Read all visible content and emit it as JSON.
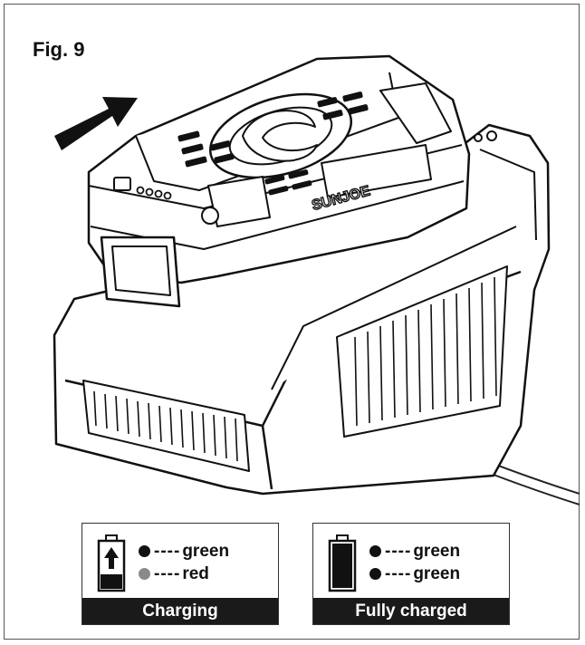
{
  "figure": {
    "label": "Fig. 9"
  },
  "product": {
    "brand_mark": "SUNJOE"
  },
  "illustration": {
    "arrow_direction": "push-forward",
    "cable_color": "#222222"
  },
  "legends": [
    {
      "state_label": "Charging",
      "battery_icon": "battery-charging-arrow-icon",
      "rows": [
        {
          "dot_color": "#111111",
          "dashes": "----",
          "text": "green"
        },
        {
          "dot_color": "#8a8a8a",
          "dashes": "----",
          "text": "red"
        }
      ]
    },
    {
      "state_label": "Fully charged",
      "battery_icon": "battery-full-icon",
      "rows": [
        {
          "dot_color": "#111111",
          "dashes": "----",
          "text": "green"
        },
        {
          "dot_color": "#111111",
          "dashes": "----",
          "text": "green"
        }
      ]
    }
  ]
}
